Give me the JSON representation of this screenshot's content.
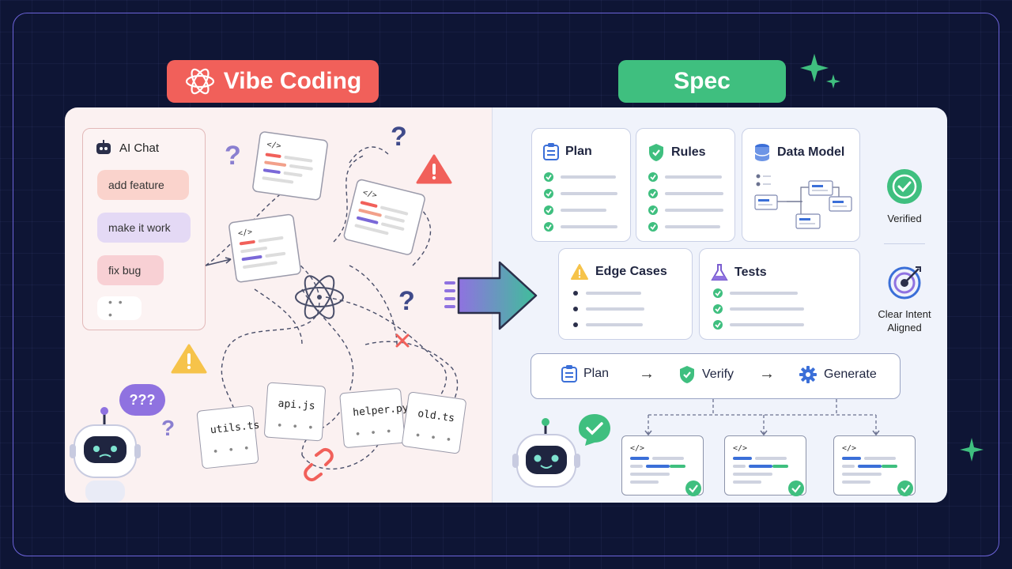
{
  "left_title": "Vibe Coding",
  "right_title": "Spec",
  "chat": {
    "title": "AI Chat",
    "messages": [
      "add feature",
      "make it work",
      "fix bug"
    ],
    "typing": "• • •"
  },
  "files": [
    {
      "name": "utils.ts",
      "dots": "• • •"
    },
    {
      "name": "api.js",
      "dots": "• • •"
    },
    {
      "name": "helper.py",
      "dots": "• • •"
    },
    {
      "name": "old.ts",
      "dots": "• • •"
    }
  ],
  "question_bubble": "???",
  "question_mark": "?",
  "spec_boxes": {
    "plan": "Plan",
    "rules": "Rules",
    "data_model": "Data Model",
    "edge_cases": "Edge Cases",
    "tests": "Tests"
  },
  "side": {
    "verified": "Verified",
    "intent_line1": "Clear Intent",
    "intent_line2": "Aligned"
  },
  "flow": {
    "steps": [
      "Plan",
      "Verify",
      "Generate"
    ],
    "arrow": "→"
  },
  "colors": {
    "vibe": "#f1605a",
    "spec": "#3fbf7f",
    "accent_purple": "#8f72e0",
    "check": "#3fbf7f"
  }
}
